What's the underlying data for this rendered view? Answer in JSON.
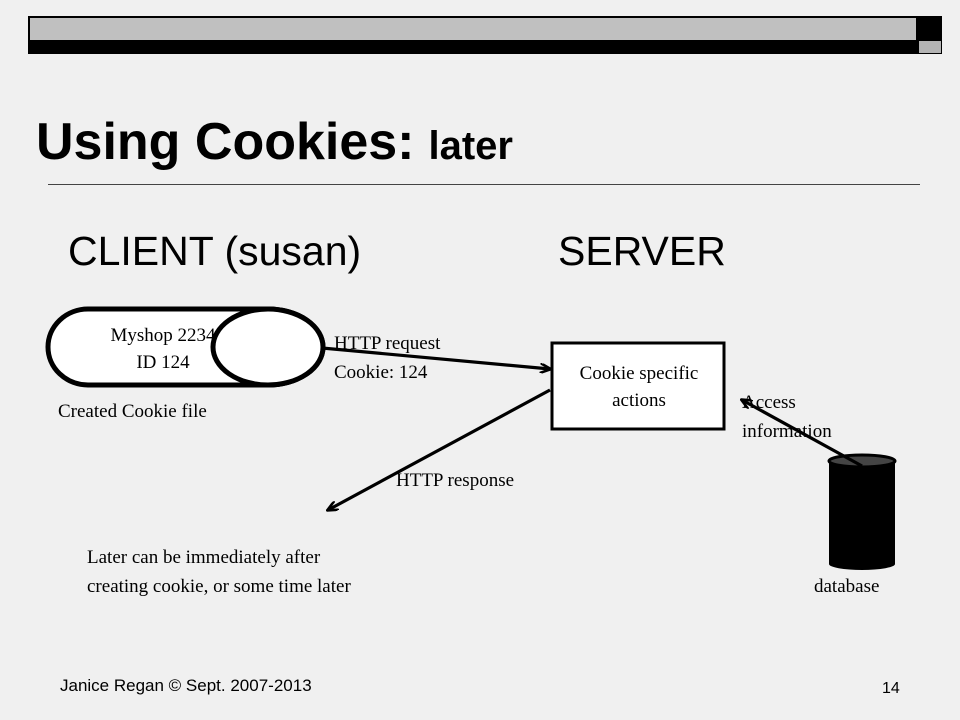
{
  "slide": {
    "title_main": "Using Cookies:",
    "title_sub": "later",
    "client_heading": "CLIENT (susan)",
    "server_heading": "SERVER",
    "footer_text": "Janice Regan © Sept. 2007-2013",
    "page_number": "14"
  },
  "diagram": {
    "cookie_file": {
      "line1": "Myshop 2234",
      "line2": "ID 124",
      "caption": "Created Cookie file"
    },
    "request": {
      "line1": "HTTP request",
      "line2": "Cookie: 124"
    },
    "server_box": {
      "line1": "Cookie specific",
      "line2": "actions"
    },
    "access": {
      "line1": "Access",
      "line2": "information"
    },
    "database_label": "database",
    "response_label": "HTTP response",
    "note": {
      "line1": "Later can be immediately after",
      "line2": "creating cookie, or some time later"
    }
  },
  "colors": {
    "background": "#f0f0f0",
    "bar_gray": "#c0c0c0",
    "ink": "#000000"
  }
}
